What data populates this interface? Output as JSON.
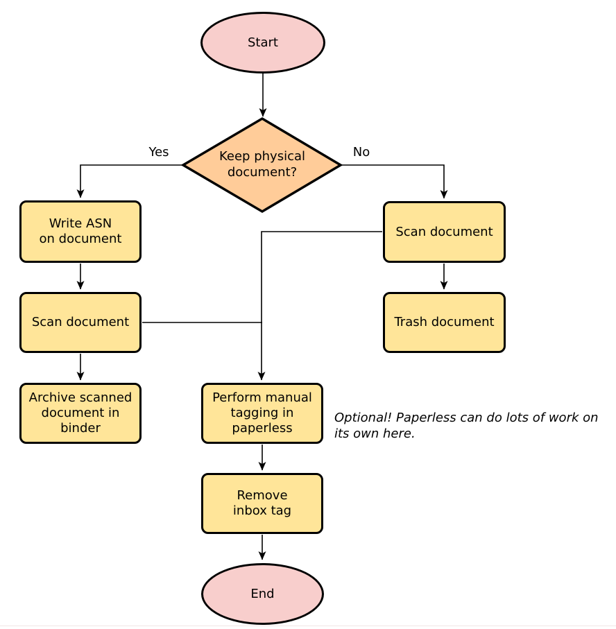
{
  "colors": {
    "terminal_fill": "#F8CECC",
    "decision_fill": "#FFCC99",
    "process_fill": "#FFE599",
    "stroke": "#000000",
    "text": "#000000",
    "bottom_divider": "#F2E6E6"
  },
  "nodes": {
    "start": {
      "label": "Start",
      "type": "terminal"
    },
    "decision": {
      "label": "Keep physical\ndocument?",
      "type": "decision"
    },
    "write_asn": {
      "label": "Write ASN\non document",
      "type": "process"
    },
    "scan_left": {
      "label": "Scan document",
      "type": "process"
    },
    "archive": {
      "label": "Archive scanned\ndocument in\nbinder",
      "type": "process"
    },
    "scan_right": {
      "label": "Scan document",
      "type": "process"
    },
    "trash": {
      "label": "Trash document",
      "type": "process"
    },
    "tagging": {
      "label": "Perform manual\ntagging in\npaperless",
      "type": "process"
    },
    "remove_inbox": {
      "label": "Remove\ninbox tag",
      "type": "process"
    },
    "end": {
      "label": "End",
      "type": "terminal"
    }
  },
  "edge_labels": {
    "yes": "Yes",
    "no": "No"
  },
  "note": {
    "text": "Optional! Paperless can do lots of work on\nits own here."
  }
}
